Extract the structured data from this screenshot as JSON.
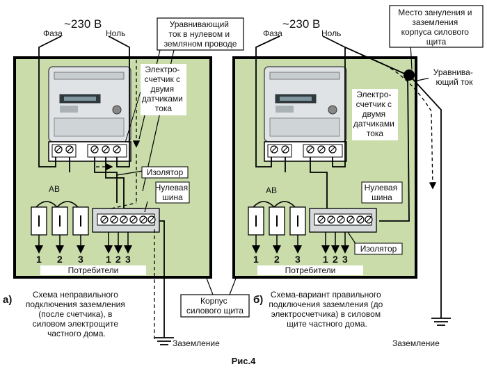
{
  "figure_title": "Рис.4",
  "left": {
    "voltage": "~230 В",
    "phase": "Фаза",
    "neutral": "Ноль",
    "meter_label_lines": [
      "Электро-",
      "счетчик с",
      "двумя",
      "датчиками",
      "тока"
    ],
    "breakers": "АВ",
    "insulator": "Изолятор",
    "neutral_bus_lines": [
      "Нулевая",
      "шина"
    ],
    "consumer_numbers": [
      "1",
      "2",
      "3"
    ],
    "bus_numbers": [
      "1",
      "2",
      "3"
    ],
    "consumers": "Потребители",
    "marker": "а)",
    "caption_lines": [
      "Схема неправильного",
      "подключения заземления",
      "(после счетчика), в",
      "силовом электрощите",
      "частного дома."
    ],
    "ground": "Заземление"
  },
  "right": {
    "voltage": "~230 В",
    "phase": "Фаза",
    "neutral": "Ноль",
    "meter_label_lines": [
      "Электро-",
      "счетчик с",
      "двумя",
      "датчиками",
      "тока"
    ],
    "breakers": "АВ",
    "insulator": "Изолятор",
    "neutral_bus_lines": [
      "Нулевая",
      "шина"
    ],
    "consumer_numbers": [
      "1",
      "2",
      "3"
    ],
    "bus_numbers": [
      "1",
      "2",
      "3"
    ],
    "consumers": "Потребители",
    "marker": "б)",
    "caption_lines": [
      "Схема-вариант правильного",
      "подключения заземления (до",
      "электросчетчика) в силовом",
      "щите частного дома."
    ],
    "ground": "Заземление"
  },
  "callouts": {
    "equalizing_current_lines": [
      "Уравнивающий",
      "ток в нулевом и",
      "земляном проводе"
    ],
    "grounding_point_lines": [
      "Место зануления и",
      "заземления",
      "корпуса силового",
      "щита"
    ],
    "equalizing_current_right_lines": [
      "Уравнива-",
      "ющий ток"
    ],
    "enclosure_lines": [
      "Корпус",
      "силового щита"
    ]
  },
  "colors": {
    "panel_fill": "#c9dcaa",
    "meter_body": "#dfe3e6",
    "wire": "#000000"
  }
}
